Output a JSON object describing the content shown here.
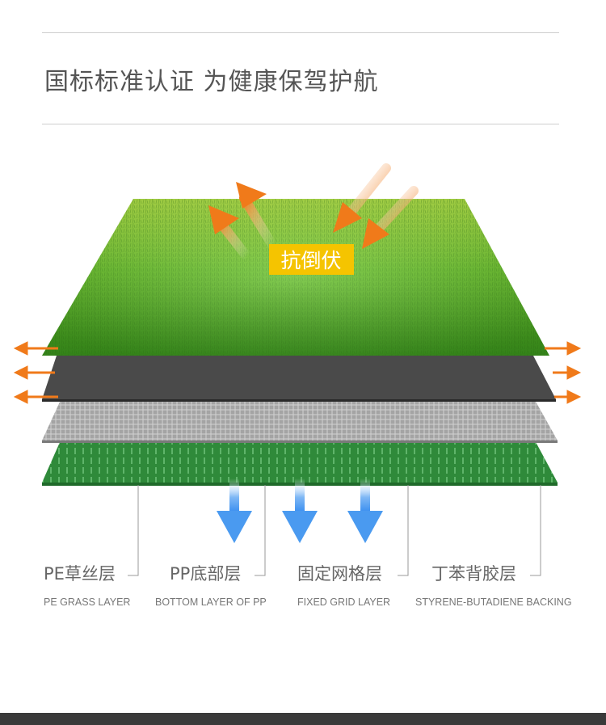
{
  "heading": "国标标准认证 为健康保驾护航",
  "badge": "抗倒伏",
  "layers": [
    {
      "cn": "PE草丝层",
      "en": "PE GRASS LAYER"
    },
    {
      "cn": "PP底部层",
      "en": "BOTTOM LAYER OF PP"
    },
    {
      "cn": "固定网格层",
      "en": "FIXED GRID LAYER"
    },
    {
      "cn": "丁苯背胶层",
      "en": "STYRENE-BUTADIENE BACKING"
    }
  ],
  "colors": {
    "grass_light": "#8fd63a",
    "grass_dark": "#3a8a1a",
    "pp_layer": "#4a4a4a",
    "grid_layer": "#9a9a9a",
    "backing_layer": "#2e8b3e",
    "arrow_orange": "#f07a1a",
    "arrow_blue": "#4a9af0",
    "badge_bg": "#f5c400"
  }
}
